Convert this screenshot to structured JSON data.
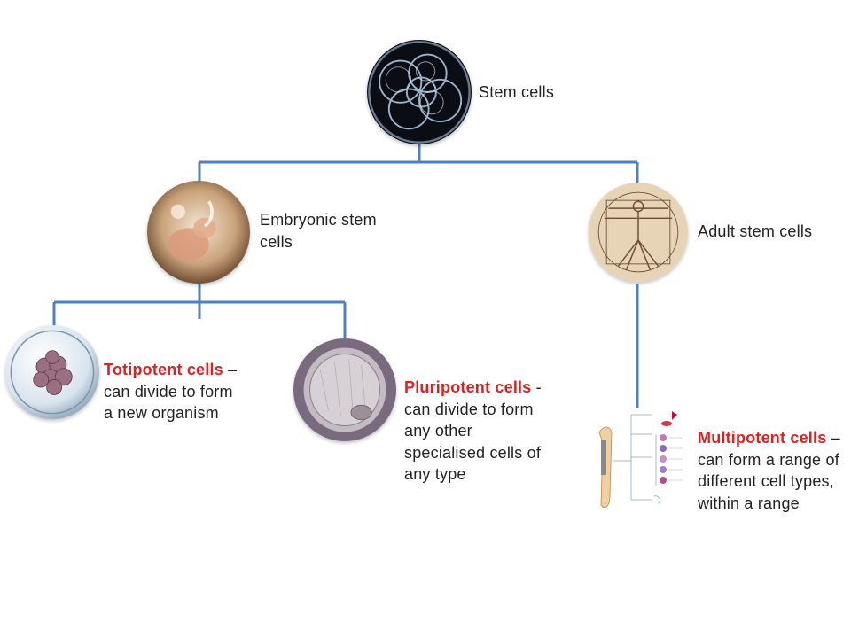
{
  "diagram": {
    "root": {
      "label": "Stem cells"
    },
    "embryonic": {
      "label": "Embryonic stem cells"
    },
    "adult": {
      "label": "Adult stem cells"
    },
    "totipotent": {
      "term": "Totipotent cells",
      "description": " – can divide to form a new organism"
    },
    "pluripotent": {
      "term": "Pluripotent cells",
      "description": " -  can divide to form any other specialised cells of any type"
    },
    "multipotent": {
      "term": "Multipotent cells",
      "description": " – can form a range of different cell types, within a range"
    }
  },
  "colors": {
    "connector": "#4f81bd",
    "highlight": "#e02020",
    "text": "#222222"
  }
}
